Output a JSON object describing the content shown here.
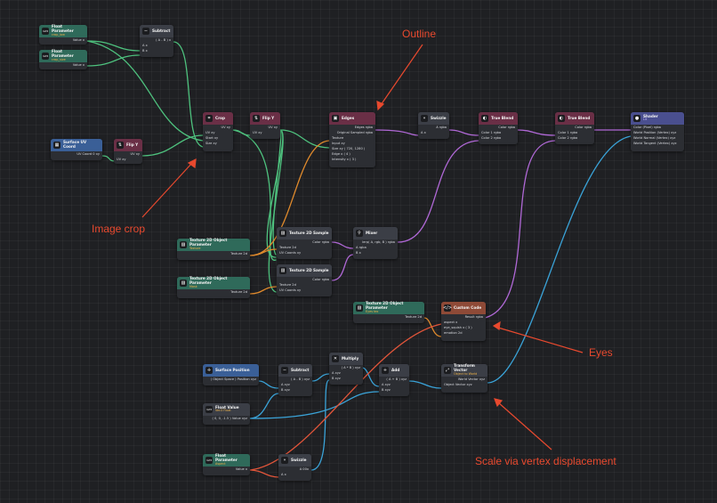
{
  "colors": {
    "green": "#4ec27e",
    "purple": "#b068d6",
    "orange": "#e08a2c",
    "blue": "#3aa3d8",
    "red": "#e2553a",
    "annotation": "#e8492e"
  },
  "annotations": {
    "outline": "Outline",
    "image_crop": "Image crop",
    "eyes": "Eyes",
    "scale": "Scale via vertex displacement"
  },
  "nodes": {
    "float_param_1": {
      "title": "Float Parameter",
      "sub": "crop_low",
      "rows": [
        "Value x"
      ]
    },
    "float_param_2": {
      "title": "Float Parameter",
      "sub": "crop_size",
      "rows": [
        "Value x"
      ]
    },
    "subtract_top": {
      "title": "Subtract",
      "rows": [
        "( A - B ) x",
        "A x",
        "B x"
      ]
    },
    "surface_uv": {
      "title": "Surface UV Coord",
      "rows": [
        "UV Coord 0 xy"
      ]
    },
    "flip_1": {
      "title": "Flip Y",
      "rows": [
        "UV xy",
        "UV xy"
      ]
    },
    "crop": {
      "title": "Crop",
      "rows": [
        "UV xy",
        "UV xy",
        "Start xy",
        "Size xy"
      ]
    },
    "flip_2": {
      "title": "Flip Y",
      "rows": [
        "UV xy",
        "UV xy"
      ]
    },
    "edges": {
      "title": "Edges",
      "rows": [
        "Edges rgba",
        "Original Sampled rgba",
        "Texture",
        "Input xy",
        "Size xy ( 720, 1280 )",
        "Edge x ( 4 )",
        "Intensity x ( 3 )"
      ]
    },
    "swizzle_top": {
      "title": "Swizzle",
      "rows": [
        "A rgba",
        "A x"
      ]
    },
    "true_blend_1": {
      "title": "True Blend",
      "rows": [
        "Color rgba",
        "Color 1 rgba",
        "Color 2 rgba"
      ]
    },
    "true_blend_2": {
      "title": "True Blend",
      "rows": [
        "Color rgba",
        "Color 1 rgba",
        "Color 2 rgba"
      ]
    },
    "shader": {
      "title": "Shader",
      "sub": "Lit",
      "rows": [
        "Color (Pixel) rgba",
        "World Position (Vertex) xyz",
        "World Normal (Vertex) xyz",
        "World Tangent (Vertex) xyz"
      ]
    },
    "tex_param_1": {
      "title": "Texture 2D Object Parameter",
      "sub": "Texture",
      "rows": [
        "Texture 2d"
      ]
    },
    "tex_sample_1": {
      "title": "Texture 2D Sample",
      "rows": [
        "Color rgba",
        "Texture 2d",
        "UV Coords xy"
      ]
    },
    "mixer": {
      "title": "Mixer",
      "rows": [
        "lerp( A, rgb, B ) rgba",
        "A rgba",
        "B x"
      ]
    },
    "tex_param_2": {
      "title": "Texture 2D Object Parameter",
      "sub": "Mask",
      "rows": [
        "Texture 2d"
      ]
    },
    "tex_sample_2": {
      "title": "Texture 2D Sample",
      "rows": [
        "Color rgba",
        "Texture 2d",
        "UV Coords xy"
      ]
    },
    "tex_param_3": {
      "title": "Texture 2D Object Parameter",
      "sub": "Eyes tex",
      "rows": [
        "Texture 2d"
      ]
    },
    "custom_code": {
      "title": "Custom Code",
      "rows": [
        "Result rgba",
        "aspect x",
        "eye_squish x ( 3 )",
        "emotion 2d"
      ]
    },
    "surface_pos": {
      "title": "Surface Position",
      "rows": [
        "( Object Space ) Position xyz"
      ]
    },
    "subtract_bottom": {
      "title": "Subtract",
      "rows": [
        "( A - B ) xyz",
        "A xyz",
        "B xyz"
      ]
    },
    "multiply": {
      "title": "Multiply",
      "rows": [
        "( A * B ) xyz",
        "A xyz",
        "B xyz"
      ]
    },
    "add": {
      "title": "Add",
      "rows": [
        "( A + B ) xyz",
        "A xyz",
        "B xyz"
      ]
    },
    "transform_vector": {
      "title": "Transform Vector",
      "sub": "Object to World",
      "rows": [
        "World Vector xyz",
        "Object Vector xyz"
      ]
    },
    "float_value": {
      "title": "Float Value",
      "sub": "Vec3 Float",
      "rows": [
        "( 0, 0, -1.5 ) Value xyz"
      ]
    },
    "float_param_3": {
      "title": "Float Parameter",
      "sub": "Aspect",
      "rows": [
        "Value x"
      ]
    },
    "swizzle_bottom": {
      "title": "Swizzle",
      "rows": [
        "A 00x",
        "A x"
      ]
    }
  }
}
